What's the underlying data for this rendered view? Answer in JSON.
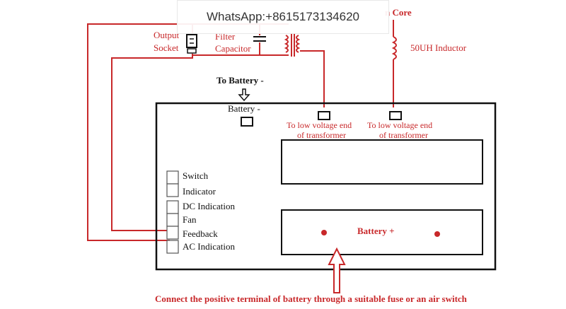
{
  "watermark": {
    "text": "WhatsApp:+8615173134620"
  },
  "colors": {
    "wire": "#c8282a",
    "outline": "#111111"
  },
  "labels": {
    "core_partial": "n Core",
    "inductor": "50UH Inductor",
    "output_socket_line1": "Output",
    "output_socket_line2": "Socket",
    "filter_capacitor_line1": "Filter",
    "filter_capacitor_line2": "Capacitor",
    "to_battery_minus": "To Battery -",
    "battery_minus": "Battery -",
    "low_voltage_1_line1": "To low voltage end",
    "low_voltage_1_line2": "of transformer",
    "low_voltage_2_line1": "To low voltage end",
    "low_voltage_2_line2": "of transformer",
    "battery_plus": "Battery +",
    "footer_note": "Connect the positive terminal of battery through a suitable fuse or an air switch"
  },
  "connector_pins": [
    {
      "label": "Switch"
    },
    {
      "label": "Indicator"
    },
    {
      "label": "DC Indication"
    },
    {
      "label": "Fan"
    },
    {
      "label": "Feedback"
    },
    {
      "label": "AC Indication"
    }
  ]
}
